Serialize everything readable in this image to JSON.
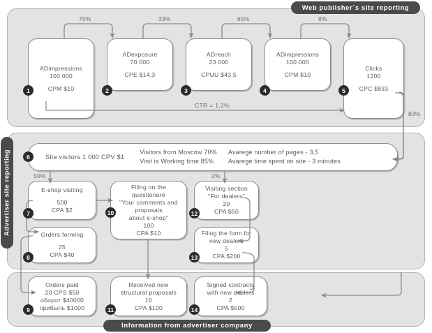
{
  "diagram": {
    "title_top": "Web publisher`s site reporting",
    "title_left": "Advertiser site reporting",
    "title_bottom": "Information from advertiser company"
  },
  "top_row": {
    "nodes": [
      {
        "id": "1",
        "title": "ADimpressions",
        "value": "100 000",
        "metric": "CPM $10"
      },
      {
        "id": "2",
        "title": "ADexposure",
        "value": "70 000",
        "metric": "CPE $14,3"
      },
      {
        "id": "3",
        "title": "ADreach",
        "value": "23 000",
        "metric": "CPUU $43,5"
      },
      {
        "id": "4",
        "title": "ADimpressions",
        "value": "100 000",
        "metric": "CPM $10"
      },
      {
        "id": "5",
        "title": "Clicks",
        "value": "1200",
        "metric": "CPC $833"
      }
    ],
    "percents": [
      "70%",
      "33%",
      "65%",
      "8%"
    ],
    "ctr_label": "CTR = 1,2%",
    "return_percent": "83%"
  },
  "visitors": {
    "id": "6",
    "main": "Site visitors   1 000   CPV $1",
    "col1_line1": "Visitors from Moscow 70%",
    "col1_line2": "Visit is Working time 85%",
    "col2_line1": "Avarege number of pages - 3,5",
    "col2_line2": "Avarege time spent on site - 3 minutes",
    "branch_left_percent": "50%",
    "branch_right_percent": "2%"
  },
  "advertiser_nodes": [
    {
      "id": "7",
      "lines": [
        "E-shop visiting"
      ],
      "value": "500",
      "metric": "CPA $2"
    },
    {
      "id": "8",
      "lines": [
        "Orders forming"
      ],
      "value": "25",
      "metric": "CPA $40"
    },
    {
      "id": "10",
      "lines": [
        "Filing on the",
        "questionare",
        "\"Your comments and",
        "proposals",
        "about e-shop\""
      ],
      "value": "100",
      "metric": "CPA $10"
    },
    {
      "id": "12",
      "lines": [
        "Visiting section",
        "\"For dealers\""
      ],
      "value": "20",
      "metric": "CPA $50"
    },
    {
      "id": "13",
      "lines": [
        "Filing the form for",
        "new dealers"
      ],
      "value": "5",
      "metric": "CPA $200"
    }
  ],
  "company_nodes": [
    {
      "id": "9",
      "lines": [
        "Orders paid",
        "20 CPS $50",
        "оборот $40000",
        "прибыль $1000"
      ]
    },
    {
      "id": "11",
      "lines": [
        "Received new",
        "structural proposals",
        "10",
        "CPA $100"
      ]
    },
    {
      "id": "14",
      "lines": [
        "Signed contracts",
        "with new dealers",
        "2",
        "CPA $500"
      ]
    }
  ],
  "colors": {
    "panel_bg": "#e3e3e3",
    "pill_bg": "#4a4a4a",
    "node_border": "#8c8c8c",
    "text": "#595959",
    "badge_bg": "#2b2b2b"
  }
}
